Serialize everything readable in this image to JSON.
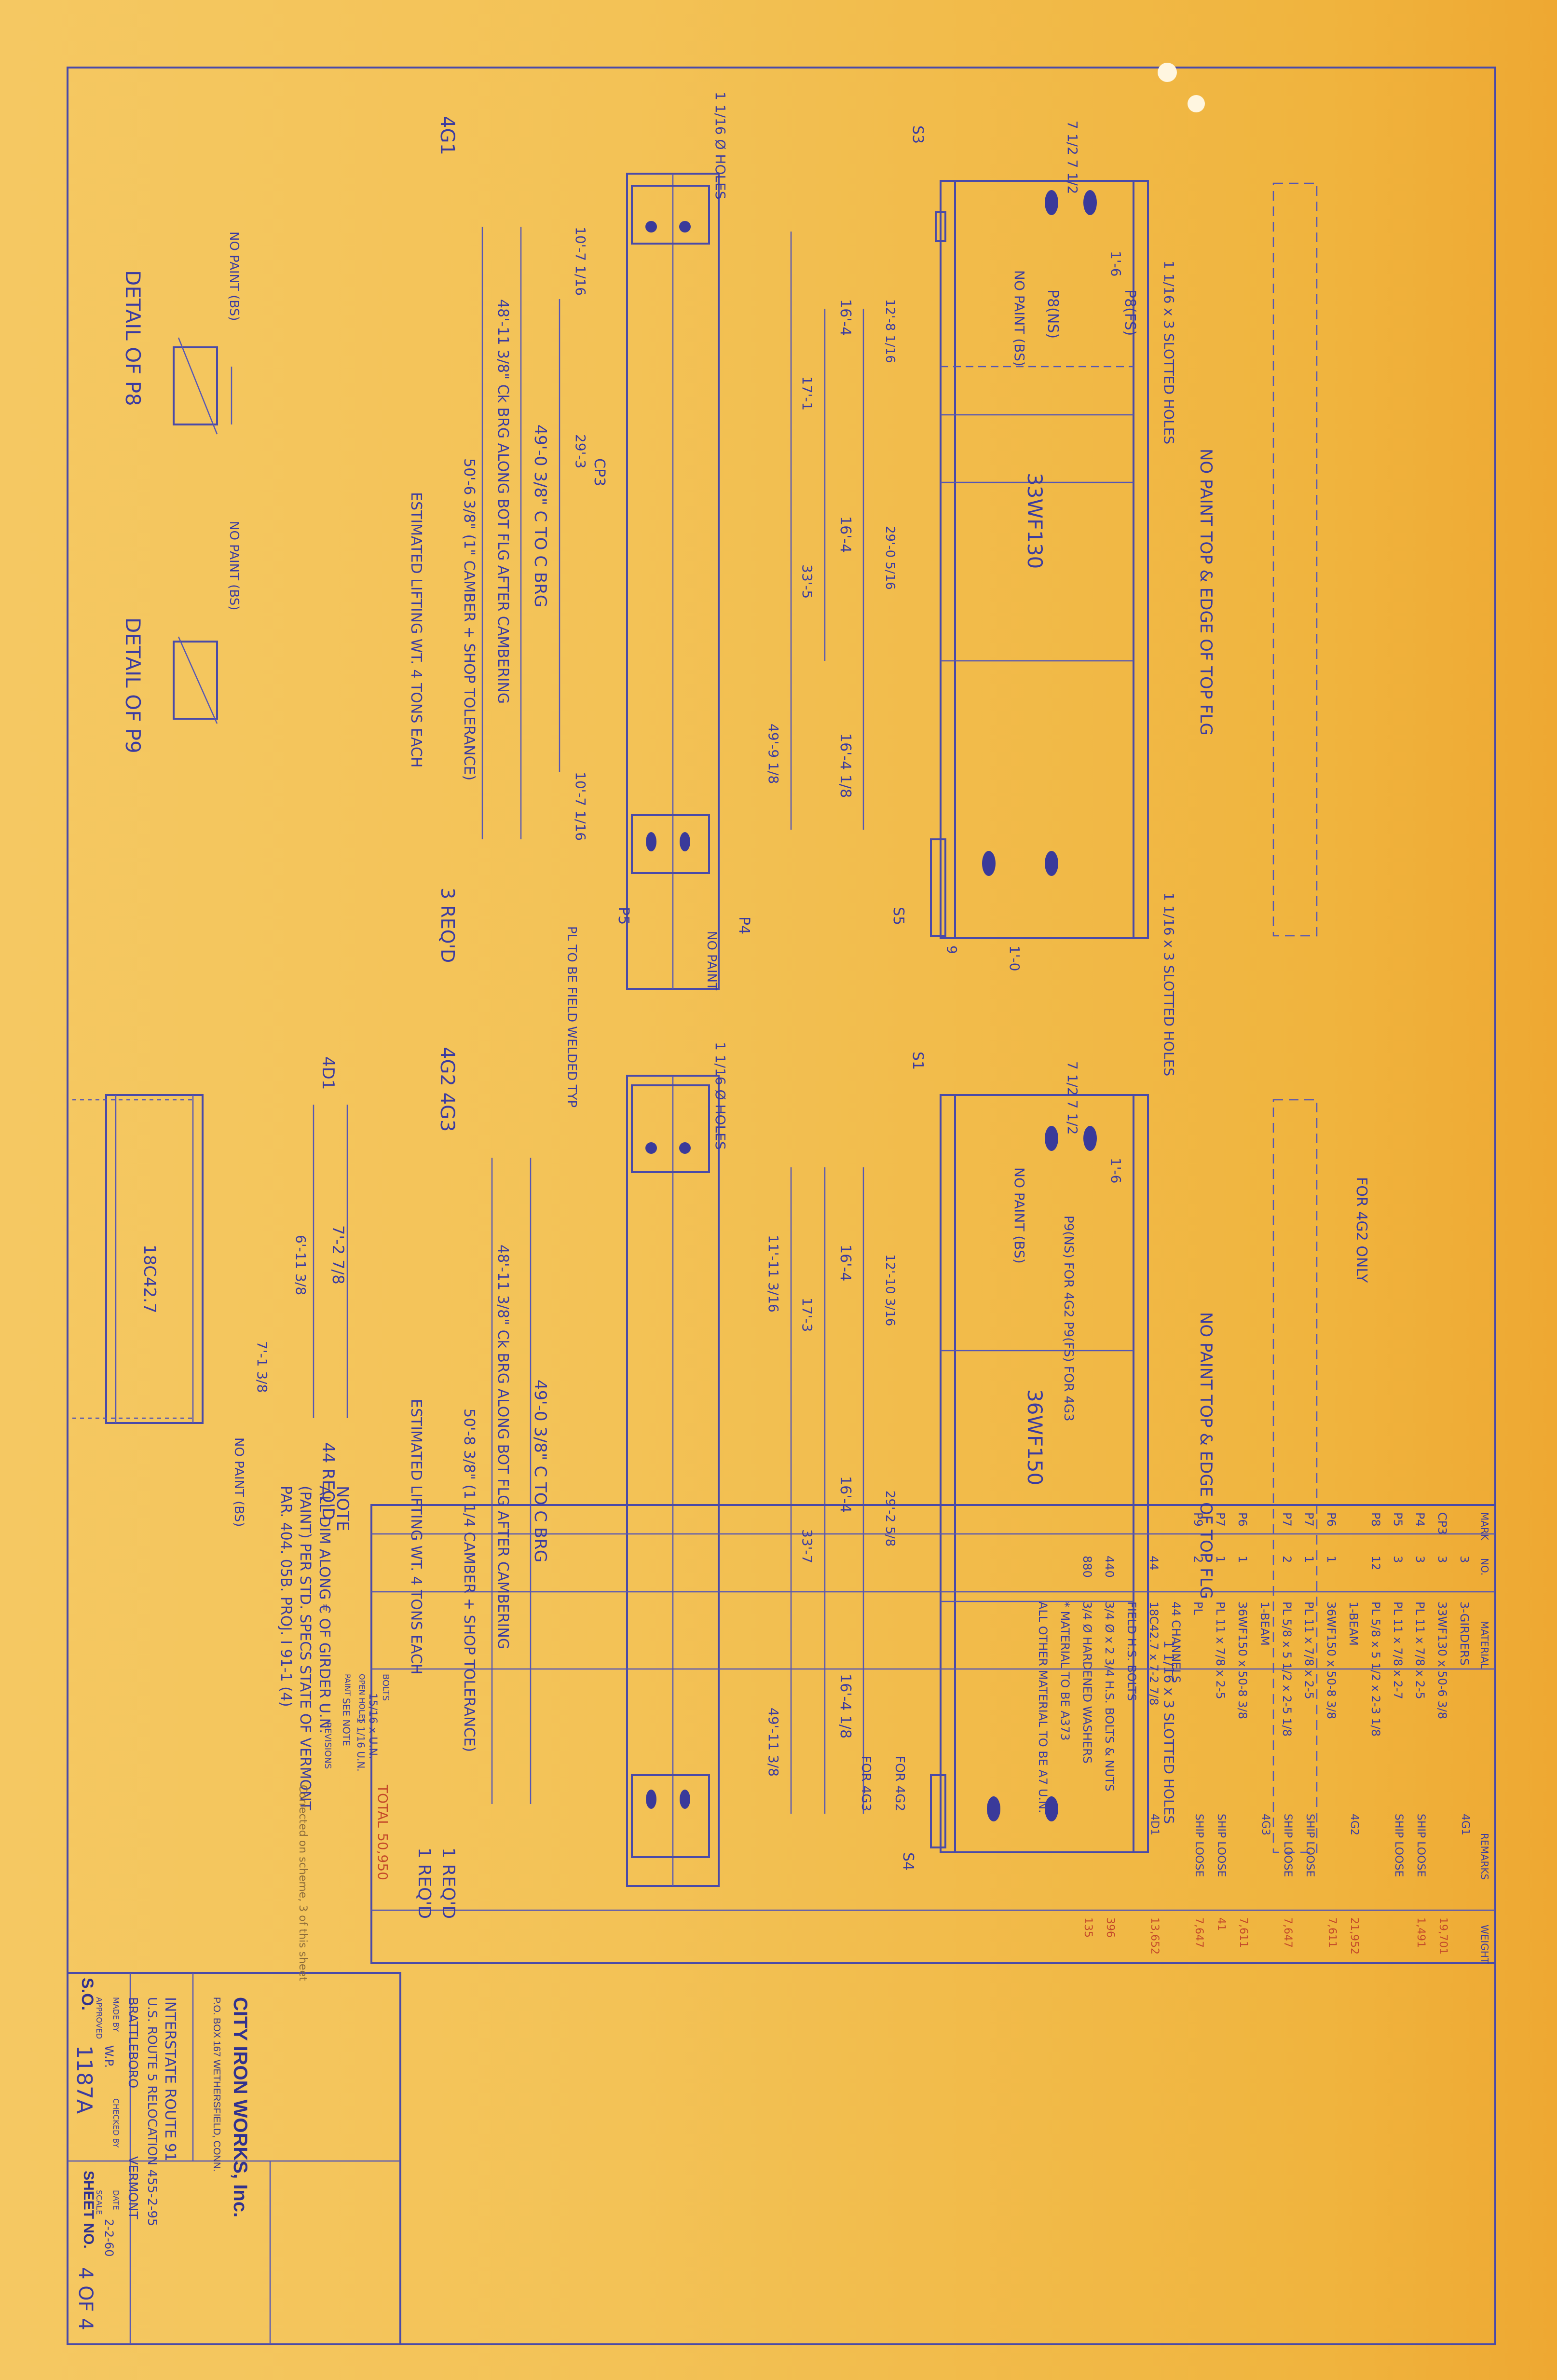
{
  "upper_girder": {
    "mark": "4G1",
    "section": "33WF130",
    "quantity": "3 REQ'D",
    "overall_length": "50'-6 3/8\" (1\" CAMBER + SHOP TOLERANCE)",
    "ctc_bearing": "49'-0 3/8\" C TO C BRG",
    "along_bot_flg": "48'-11 3/8\" Ck BRG ALONG BOT FLG AFTER CAMBERING",
    "lifting_wt": "ESTIMATED LIFTING WT. 4 TONS EACH",
    "panels": [
      "16'-4",
      "16'-4",
      "16'-4 1/8"
    ],
    "dims": [
      "10'-7 1/16",
      "29'-3",
      "10'-7 1/16",
      "17'-1",
      "33'-5",
      "49'-9 1/8",
      "12'-8 1/16",
      "29'-0 5/16"
    ],
    "labels": {
      "holes_top": "1 1/16 Ø HOLES",
      "slotted_top": "1 1/16 x 3 SLOTTED HOLES",
      "slotted_bottom": "1 1/16 x 3 SLOTTED HOLES",
      "no_paint_top": "NO PAINT TOP & EDGE OF TOP FLG",
      "no_paint_bs": "NO PAINT (BS)",
      "p8_ns": "P8(NS)",
      "p8_fs": "P8(FS)",
      "s3": "S3",
      "s5": "S5",
      "p4": "P4",
      "p5": "P5",
      "cp3": "CP3",
      "field_welded": "PL TO BE FIELD WELDED TYP",
      "no_paint": "NO PAINT",
      "spacing_top": "7 1/2   7 1/2",
      "one_six": "1'-6",
      "one_zero": "1'-0",
      "nine": "9"
    }
  },
  "lower_girder": {
    "mark": "4G2 4G3",
    "section": "36WF150",
    "quantity_1": "1 REQ'D",
    "quantity_2": "1 REQ'D",
    "overall_length": "50'-8 3/8\" (1 1/4 CAMBER + SHOP TOLERANCE)",
    "ctc_bearing": "49'-0 3/8\" C TO C BRG",
    "along_bot_flg": "48'-11 3/8\" Ck BRG ALONG BOT FLG AFTER CAMBERING",
    "lifting_wt": "ESTIMATED LIFTING WT. 4 TONS EACH",
    "panels": [
      "16'-4",
      "16'-4",
      "16'-4 1/8"
    ],
    "dims": [
      "11'-11 3/16",
      "17'-3",
      "33'-7",
      "49'-11 3/8",
      "12'-10 3/16",
      "29'-2 5/8"
    ],
    "labels": {
      "holes_top": "1 1/16 Ø HOLES",
      "slotted_bottom": "1 1/16 x 3 SLOTTED HOLES",
      "no_paint_top": "NO PAINT TOP & EDGE OF TOP FLG",
      "no_paint_bs": "NO PAINT (BS)",
      "for_4g2_only": "FOR 4G2 ONLY",
      "p9": "P9(NS) FOR 4G2  P9(FS) FOR 4G3",
      "s1": "S1",
      "s4": "S4",
      "for_4g2": "FOR 4G2",
      "for_4g3": "FOR 4G3",
      "spacing_top": "7 1/2   7 1/2",
      "one_six": "1'-6"
    }
  },
  "channel": {
    "mark": "4D1",
    "section": "18C42.7",
    "quantity": "44 REQ'D",
    "length": "7'-2 7/8",
    "dims": [
      "6'-11 3/8",
      "7'-1 3/8"
    ],
    "no_paint": "NO PAINT (BS)"
  },
  "details": [
    {
      "title": "DETAIL OF P8",
      "no_paint": "NO PAINT (BS)"
    },
    {
      "title": "DETAIL OF P9",
      "no_paint": "NO PAINT (BS)"
    }
  ],
  "notes": {
    "heading": "NOTE",
    "lines": [
      "ALL DIM ALONG € OF GIRDER U.N.",
      "(PAINT) PER STD. SPECS STATE OF VERMONT",
      "PAR. 404. 05B.  PROJ. I 91-1 (4)"
    ]
  },
  "bill_of_material": {
    "columns": [
      "MARK",
      "NO.",
      "MATERIAL",
      "REMARKS",
      "WEIGHT"
    ],
    "rows": [
      {
        "mark": "",
        "no": "3",
        "material": "3-GIRDERS",
        "remarks": "4G1",
        "weight": ""
      },
      {
        "mark": "CP3",
        "no": "3",
        "material": "33WF130 x 50-6 3/8",
        "remarks": "",
        "weight": "19,701"
      },
      {
        "mark": "P4",
        "no": "3",
        "material": "PL 11 x 7/8 x 2-5",
        "remarks": "SHIP LOOSE",
        "weight": "1,491"
      },
      {
        "mark": "P5",
        "no": "3",
        "material": "PL 11 x 7/8 x 2-7",
        "remarks": "SHIP LOOSE",
        "weight": ""
      },
      {
        "mark": "P8",
        "no": "12",
        "material": "PL 5/8 x 5 1/2 x 2-3 1/8",
        "remarks": "",
        "weight": ""
      },
      {
        "mark": "",
        "no": "",
        "material": "1-BEAM",
        "remarks": "4G2",
        "weight": "21,952"
      },
      {
        "mark": "P6",
        "no": "1",
        "material": "36WF150 x 50-8 3/8",
        "remarks": "",
        "weight": "7,611"
      },
      {
        "mark": "P7",
        "no": "1",
        "material": "PL 11 x 7/8 x 2-5",
        "remarks": "SHIP LOOSE",
        "weight": ""
      },
      {
        "mark": "P7",
        "no": "2",
        "material": "PL 5/8 x 5 1/2 x 2-5 1/8",
        "remarks": "SHIP LOOSE",
        "weight": "7,647"
      },
      {
        "mark": "",
        "no": "",
        "material": "1-BEAM",
        "remarks": "4G3",
        "weight": ""
      },
      {
        "mark": "P6",
        "no": "1",
        "material": "36WF150 x 50-8 3/8",
        "remarks": "",
        "weight": "7,611"
      },
      {
        "mark": "P7",
        "no": "1",
        "material": "PL 11 x 7/8 x 2-5",
        "remarks": "SHIP LOOSE",
        "weight": "41"
      },
      {
        "mark": "P9",
        "no": "2",
        "material": "PL",
        "remarks": "SHIP LOOSE",
        "weight": "7,647"
      },
      {
        "mark": "",
        "no": "",
        "material": "44 CHANNELS",
        "remarks": "",
        "weight": ""
      },
      {
        "mark": "",
        "no": "44",
        "material": "18C42.7 x 7-2 7/8",
        "remarks": "4D1",
        "weight": "13,652"
      },
      {
        "mark": "",
        "no": "",
        "material": "FIELD H.S. BOLTS",
        "remarks": "",
        "weight": ""
      },
      {
        "mark": "",
        "no": "440",
        "material": "3/4 Ø x 2 3/4 H.S. BOLTS & NUTS",
        "remarks": "",
        "weight": "396"
      },
      {
        "mark": "",
        "no": "880",
        "material": "3/4 Ø HARDENED WASHERS",
        "remarks": "",
        "weight": "135"
      },
      {
        "mark": "",
        "no": "",
        "material": "* MATERIAL TO BE A373",
        "remarks": "",
        "weight": ""
      },
      {
        "mark": "",
        "no": "",
        "material": "ALL OTHER MATERIAL TO BE A7 U.N.",
        "remarks": "",
        "weight": ""
      }
    ],
    "total_label": "TOTAL",
    "total_weight": "50,950"
  },
  "title_block": {
    "company": "CITY IRON WORKS, Inc.",
    "address": "P.O. BOX 167   WETHERSFIELD, CONN.",
    "bolts_label": "BOLTS",
    "bolts_value": "15/16 x U.N.",
    "open_holes_label": "OPEN HOLES",
    "open_holes_value": "1 1/16 U.N.",
    "paint_label": "PAINT",
    "paint_value": "SEE NOTE",
    "revisions_label": "REVISIONS",
    "project_line1": "INTERSTATE ROUTE 91",
    "project_line2": "U.S. ROUTE 5 RELOCATION 455-2-95",
    "project_line3": "BRATTLEBORO",
    "project_line4": "VERMONT",
    "made_by_label": "MADE BY",
    "made_by": "W.P.",
    "checked_by_label": "CHECKED BY",
    "checked_by": "",
    "date_label": "DATE",
    "date": "2-2-60",
    "approved_label": "APPROVED",
    "scale_label": "SCALE",
    "so_label": "S.O.",
    "so_number": "1187A",
    "sheet_label": "SHEET NO.",
    "sheet_value": "4 OF 4"
  },
  "margin_note": "Corrected on scheme, 3 of this sheet",
  "colors": {
    "paper": "#f3c256",
    "ink": "#4a4aa8",
    "red_ink": "#d4502c"
  }
}
